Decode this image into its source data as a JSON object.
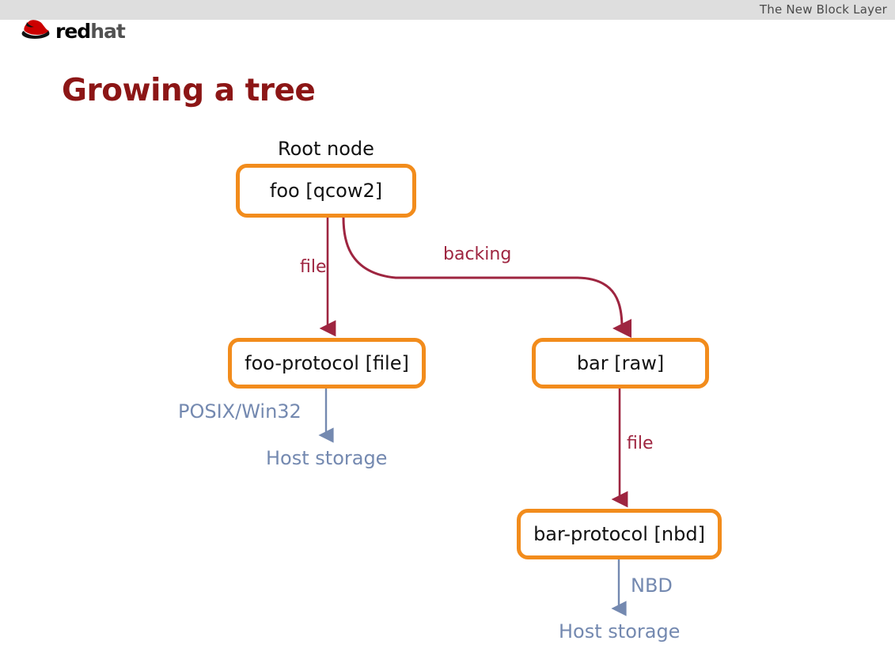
{
  "header": {
    "title": "The New Block Layer",
    "bar_color": "#dedede"
  },
  "logo": {
    "name": "Red Hat",
    "text_red": "red",
    "text_hat": "hat",
    "mark_color": "#cc0000"
  },
  "slide": {
    "title": "Growing a tree",
    "title_color": "#8c1616"
  },
  "diagram": {
    "type": "block-graph",
    "node_border_color": "#f28c1c",
    "edge_color_red": "#9e2540",
    "edge_color_blue": "#7489b0",
    "nodes": [
      {
        "id": "foo",
        "label": "foo [qcow2]",
        "caption": "Root node"
      },
      {
        "id": "foo-proto",
        "label": "foo-protocol [file]",
        "caption": ""
      },
      {
        "id": "bar",
        "label": "bar [raw]",
        "caption": ""
      },
      {
        "id": "bar-proto",
        "label": "bar-protocol [nbd]",
        "caption": ""
      }
    ],
    "captions": {
      "root_node": "Root node"
    },
    "edges": [
      {
        "from": "foo",
        "to": "foo-proto",
        "label": "file",
        "style": "red"
      },
      {
        "from": "foo",
        "to": "bar",
        "label": "backing",
        "style": "red"
      },
      {
        "from": "bar",
        "to": "bar-proto",
        "label": "file",
        "style": "red"
      },
      {
        "from": "foo-proto",
        "to": "host-1",
        "label": "POSIX/Win32",
        "style": "blue"
      },
      {
        "from": "bar-proto",
        "to": "host-2",
        "label": "NBD",
        "style": "blue"
      }
    ],
    "terminals": [
      {
        "id": "host-1",
        "label": "Host storage"
      },
      {
        "id": "host-2",
        "label": "Host storage"
      }
    ]
  }
}
